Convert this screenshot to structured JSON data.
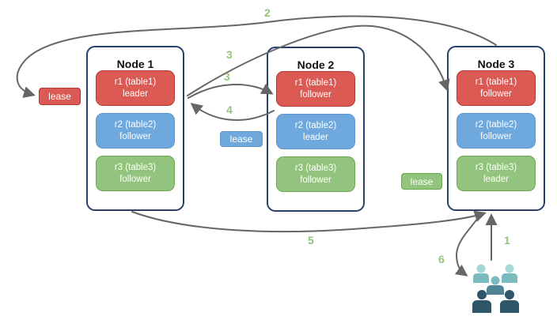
{
  "nodes": [
    {
      "title": "Node 1",
      "replicas": [
        {
          "name": "r1 (table1)",
          "role": "leader"
        },
        {
          "name": "r2 (table2)",
          "role": "follower"
        },
        {
          "name": "r3 (table3)",
          "role": "follower"
        }
      ]
    },
    {
      "title": "Node 2",
      "replicas": [
        {
          "name": "r1 (table1)",
          "role": "follower"
        },
        {
          "name": "r2 (table2)",
          "role": "leader"
        },
        {
          "name": "r3 (table3)",
          "role": "follower"
        }
      ]
    },
    {
      "title": "Node 3",
      "replicas": [
        {
          "name": "r1 (table1)",
          "role": "follower"
        },
        {
          "name": "r2 (table2)",
          "role": "follower"
        },
        {
          "name": "r3 (table3)",
          "role": "leader"
        }
      ]
    }
  ],
  "leases": {
    "table1": "lease",
    "table2": "lease",
    "table3": "lease"
  },
  "steps": {
    "one": "1",
    "two": "2",
    "three_to_node3": "3",
    "three_to_node2": "3",
    "four": "4",
    "five": "5",
    "six": "6"
  },
  "icons": {
    "users_group": "users-icon"
  },
  "colors": {
    "replica_red": "#db5a54",
    "replica_red_border": "#b5352f",
    "replica_blue": "#6fa8dc",
    "replica_blue_border": "#5f95cb",
    "replica_green": "#93c47d",
    "replica_green_border": "#6aa84f",
    "node_border": "#28406b",
    "arrow": "#666666",
    "step_label": "#93c47d",
    "users_light": "#a6d8da",
    "users_medium": "#7abbc0",
    "users_deep": "#4e8494",
    "users_dark": "#2d5768"
  }
}
